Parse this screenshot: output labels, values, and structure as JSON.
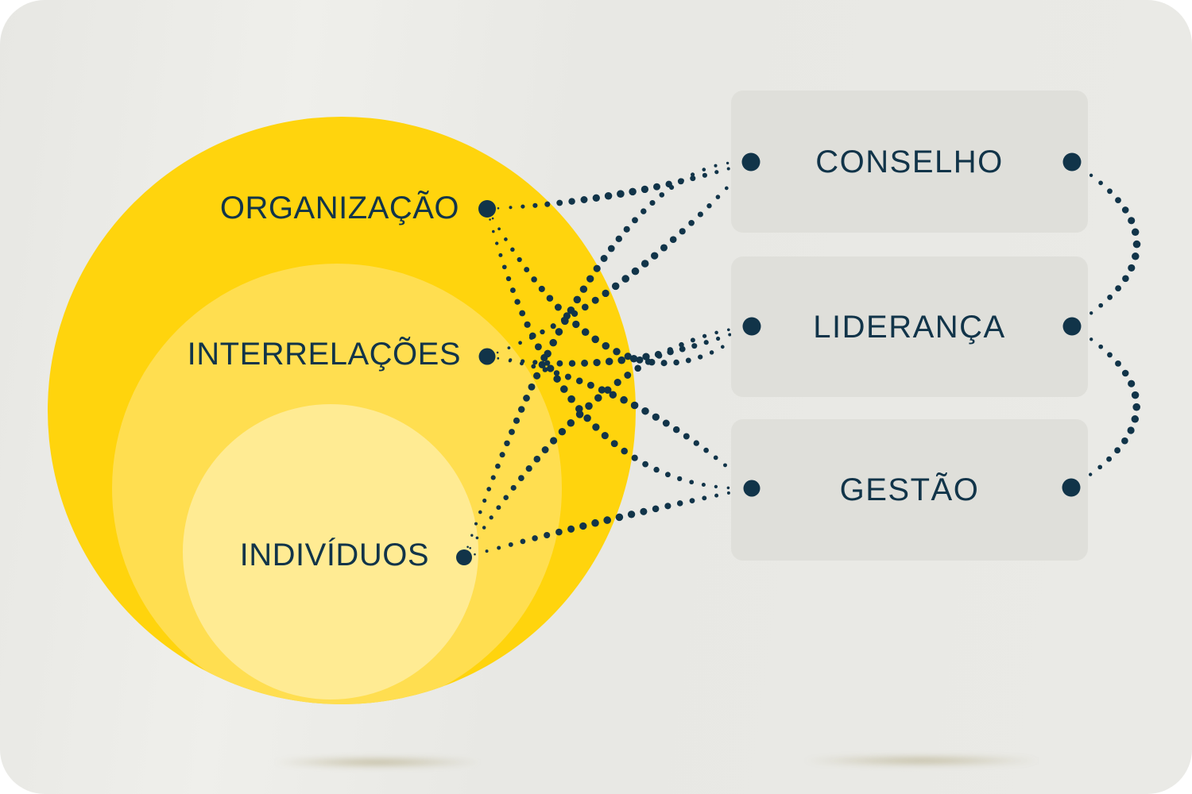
{
  "diagram": {
    "rings": [
      {
        "id": "organizacao",
        "label": "ORGANIZAÇÃO"
      },
      {
        "id": "interrelacoes",
        "label": "INTERRELAÇÕES"
      },
      {
        "id": "individuos",
        "label": "INDIVÍDUOS"
      }
    ],
    "boxes": [
      {
        "id": "conselho",
        "label": "CONSELHO"
      },
      {
        "id": "lideranca",
        "label": "LIDERANÇA"
      },
      {
        "id": "gestao",
        "label": "GESTÃO"
      }
    ],
    "connections": [
      {
        "from": "organizacao",
        "to": "conselho"
      },
      {
        "from": "organizacao",
        "to": "lideranca"
      },
      {
        "from": "organizacao",
        "to": "gestao"
      },
      {
        "from": "interrelacoes",
        "to": "conselho"
      },
      {
        "from": "interrelacoes",
        "to": "lideranca"
      },
      {
        "from": "interrelacoes",
        "to": "gestao"
      },
      {
        "from": "individuos",
        "to": "conselho"
      },
      {
        "from": "individuos",
        "to": "lideranca"
      },
      {
        "from": "individuos",
        "to": "gestao"
      }
    ],
    "side_links": [
      {
        "from": "conselho",
        "to": "lideranca"
      },
      {
        "from": "lideranca",
        "to": "gestao"
      }
    ],
    "colors": {
      "ink": "#113449",
      "ring_outer": "#FFD40D",
      "ring_middle": "#FFDE50",
      "ring_inner": "#FFEB93",
      "box_bg": "#DFDFDA",
      "panel_bg": "#E9E9E5",
      "page_bg": "#FFFFFF"
    }
  }
}
